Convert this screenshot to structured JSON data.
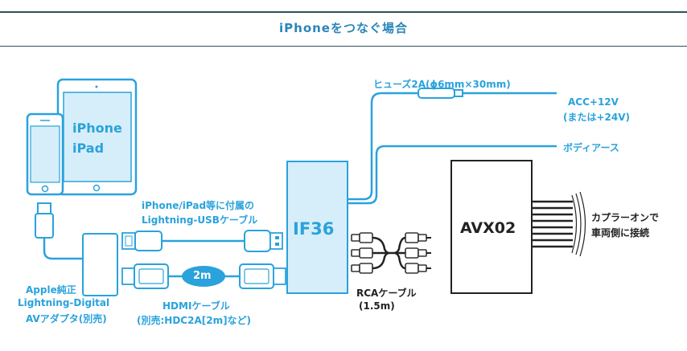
{
  "heading": "iPhoneをつなぐ場合",
  "colors": {
    "accent": "#2aa2dc",
    "device_fill": "#d6eef9",
    "black": "#222222",
    "rule": "#2f4f5f"
  },
  "devices": {
    "ipad_label": "iPhone",
    "ipad_label2": "iPad"
  },
  "adapter": {
    "line1": "Apple純正",
    "line2": "Lightning-Digital",
    "line3": "AVアダプタ(別売)"
  },
  "usb_cable": {
    "line1": "iPhone/iPad等に付属の",
    "line2": "Lightning-USBケーブル"
  },
  "hdmi_cable": {
    "length_badge": "2m",
    "line1": "HDMIケーブル",
    "line2": "(別売:HDC2A[2m]など)"
  },
  "interface_box": "IF36",
  "fuse": "ヒューズ2A(ϕ6mm×30mm)",
  "acc": {
    "line1": "ACC+12V",
    "line2": "(または+24V)"
  },
  "ground": "ボディアース",
  "rca": {
    "line1": "RCAケーブル",
    "line2": "(1.5m)"
  },
  "unit": "AVX02",
  "coupler": {
    "line1": "カプラーオンで",
    "line2": "車両側に接続"
  }
}
